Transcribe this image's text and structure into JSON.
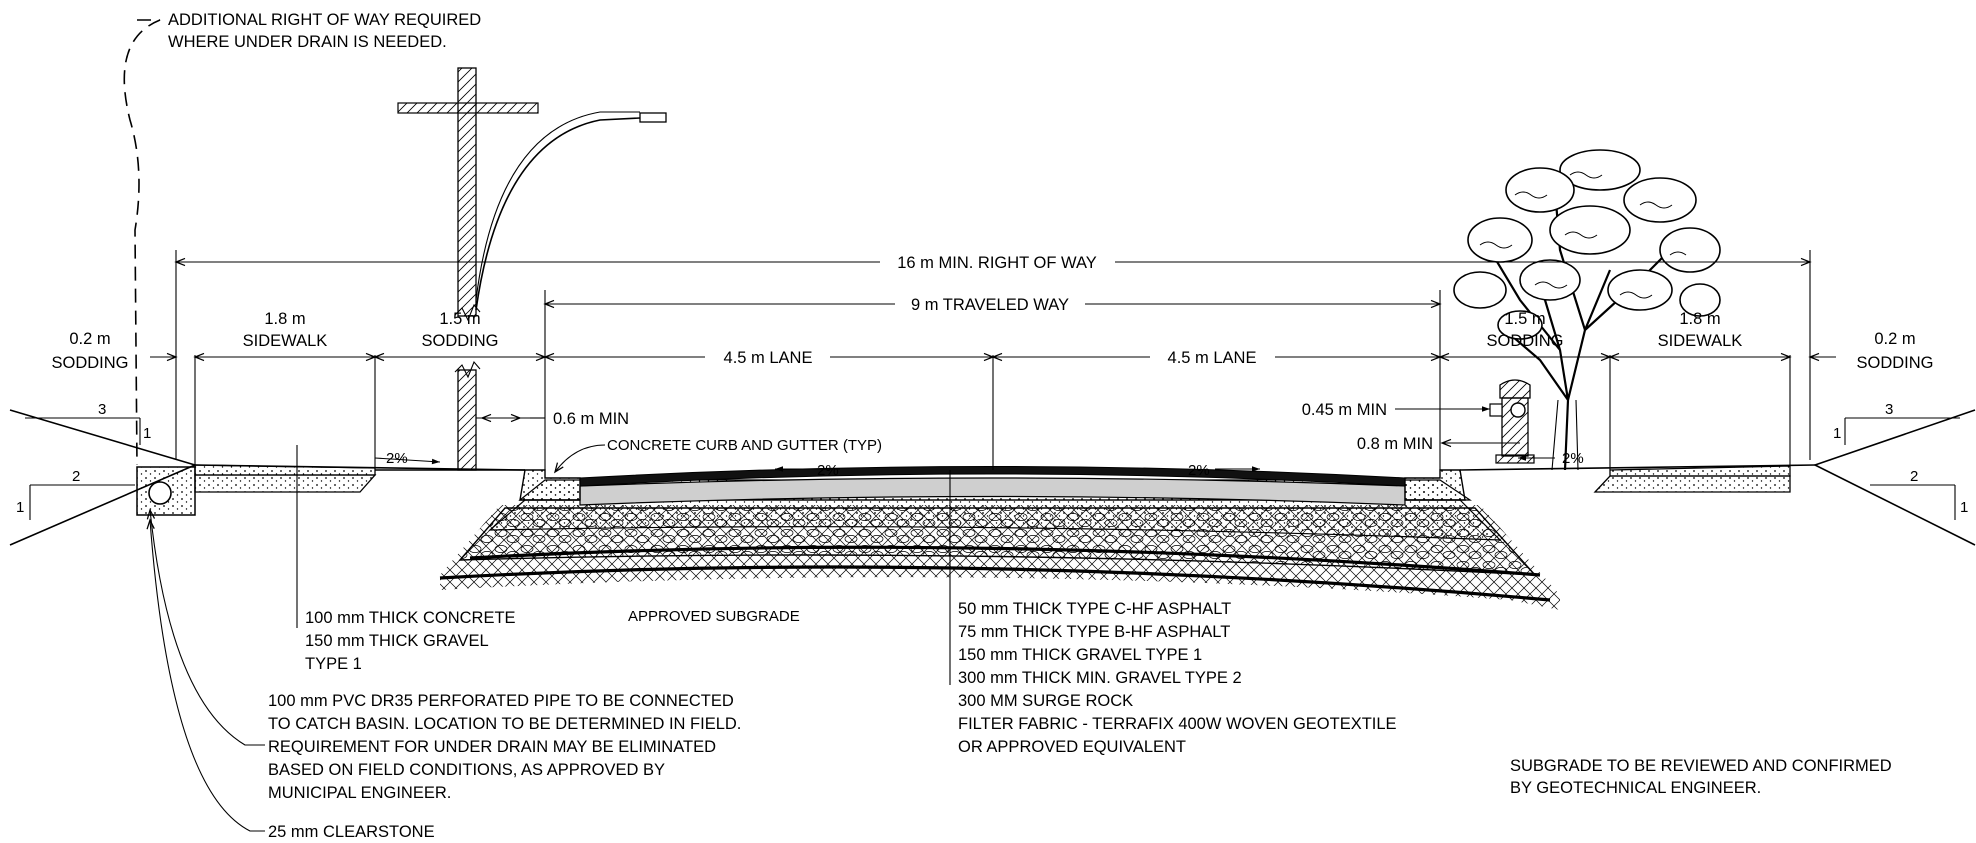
{
  "notes": {
    "row_top_line1": "ADDITIONAL RIGHT OF WAY REQUIRED",
    "row_top_line2": "WHERE UNDER DRAIN IS NEEDED.",
    "sidewalk_layers": [
      "100 mm THICK CONCRETE",
      "150 mm THICK GRAVEL",
      "TYPE 1"
    ],
    "approved_subgrade": "APPROVED SUBGRADE",
    "pavement_layers": [
      "50 mm THICK TYPE C-HF ASPHALT",
      "75 mm THICK TYPE B-HF ASPHALT",
      "150 mm THICK GRAVEL TYPE 1",
      "300 mm THICK MIN. GRAVEL TYPE 2",
      "300 MM SURGE ROCK",
      "FILTER FABRIC - TERRAFIX 400W WOVEN GEOTEXTILE",
      "OR APPROVED EQUIVALENT"
    ],
    "pipe_note": [
      "100 mm PVC DR35 PERFORATED PIPE TO BE CONNECTED",
      "TO CATCH BASIN. LOCATION TO BE DETERMINED IN FIELD.",
      "REQUIREMENT FOR UNDER DRAIN MAY BE ELIMINATED",
      "BASED ON FIELD CONDITIONS, AS APPROVED BY",
      "MUNICIPAL ENGINEER."
    ],
    "clearstone": "25 mm CLEARSTONE",
    "geotech": [
      "SUBGRADE TO BE REVIEWED AND CONFIRMED",
      "BY GEOTECHNICAL ENGINEER."
    ],
    "curb": "CONCRETE CURB AND GUTTER (TYP)"
  },
  "dimensions": {
    "right_of_way": "16 m MIN. RIGHT OF WAY",
    "traveled_way": "9 m TRAVELED WAY",
    "lane": "4.5 m LANE",
    "pole_offset": "0.6 m MIN",
    "hydrant_offset": "0.45 m MIN",
    "tree_offset": "0.8 m MIN"
  },
  "zones": {
    "left_sodding_width": "0.2 m",
    "left_sodding": "SODDING",
    "left_sidewalk_width": "1.8 m",
    "left_sidewalk": "SIDEWALK",
    "left_blvd_width": "1.5 m",
    "left_blvd": "SODDING",
    "right_blvd_width": "1.5 m",
    "right_blvd": "SODDING",
    "right_sidewalk_width": "1.8 m",
    "right_sidewalk": "SIDEWALK",
    "right_sodding_width": "0.2 m",
    "right_sodding": "SODDING"
  },
  "slopes": {
    "cross_slope": "2%",
    "left_upper_run": "3",
    "left_upper_rise": "1",
    "left_lower_run": "2",
    "left_lower_rise": "1",
    "right_upper_run": "3",
    "right_upper_rise": "1",
    "right_lower_run": "2",
    "right_lower_rise": "1"
  }
}
